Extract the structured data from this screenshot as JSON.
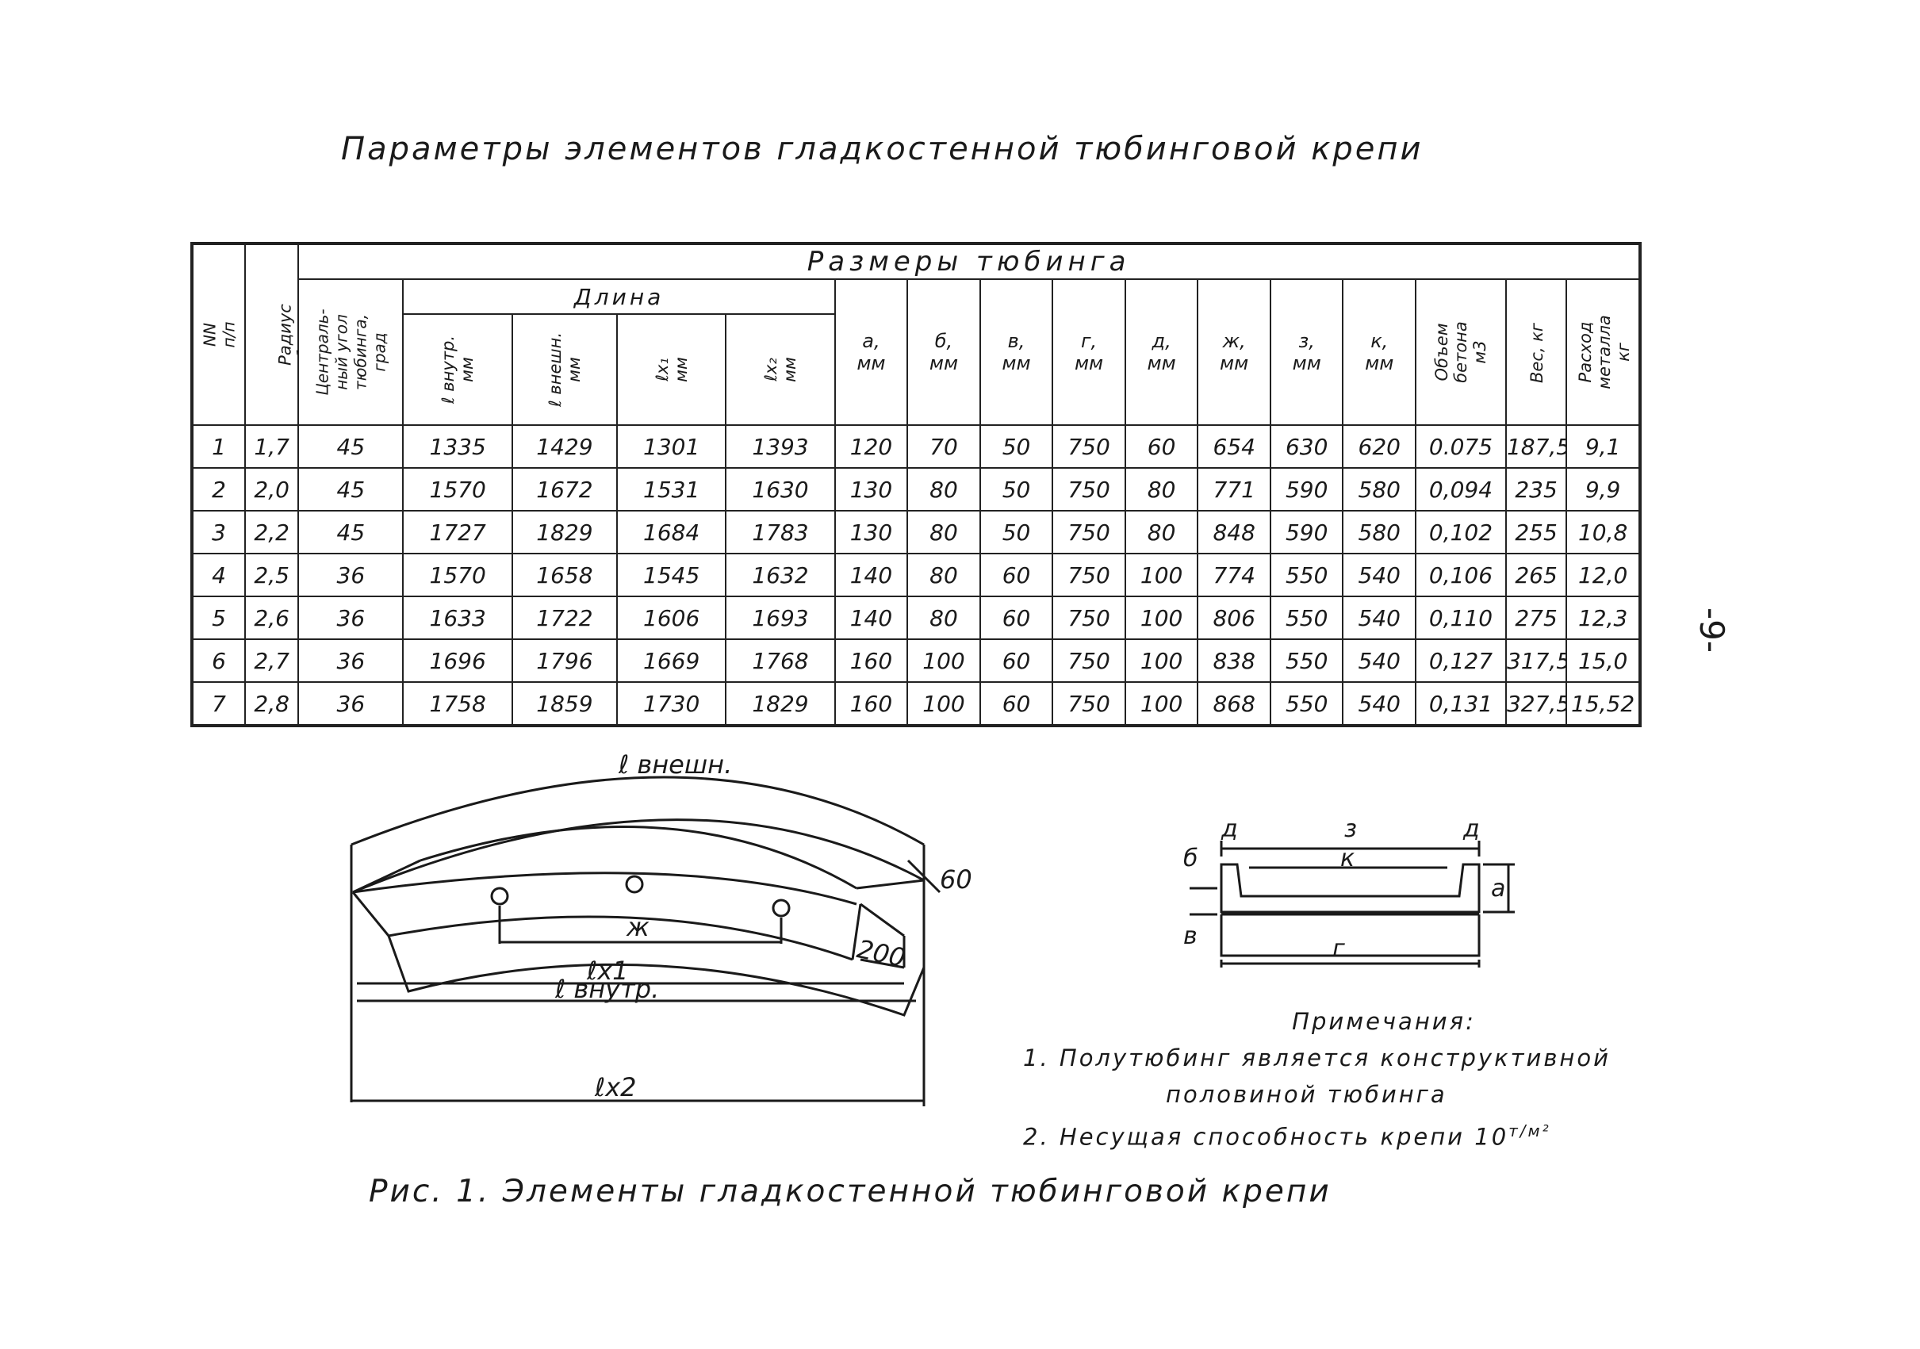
{
  "title": "Параметры элементов гладкостенной тюбинговой крепи",
  "page_number": "-9-",
  "table": {
    "h_no": "NN\nп/п",
    "h_radius": "Радиус\nтюбинга, м",
    "h_angle": "Централь-\nный угол\nтюбинга,\nград",
    "h_sizes": "Размеры тюбинга",
    "h_length": "Длина",
    "h_l_inner": "ℓ внутр.\nмм",
    "h_l_outer": "ℓ внешн.\nмм",
    "h_lx1": "ℓx₁\nмм",
    "h_lx2": "ℓx₂\nмм",
    "h_a": "а,",
    "h_b": "б,",
    "h_v": "в,",
    "h_g": "г,",
    "h_d": "д,",
    "h_zh": "ж,",
    "h_z": "з,",
    "h_k": "к,",
    "unit_mm": "мм",
    "h_volume": "Объем\nбетона\nм3",
    "h_weight": "Вес, кг",
    "h_metal": "Расход\nметалла\nкг",
    "rows": [
      [
        "1",
        "1,7",
        "45",
        "1335",
        "1429",
        "1301",
        "1393",
        "120",
        "70",
        "50",
        "750",
        "60",
        "654",
        "630",
        "620",
        "0.075",
        "187,5",
        "9,1"
      ],
      [
        "2",
        "2,0",
        "45",
        "1570",
        "1672",
        "1531",
        "1630",
        "130",
        "80",
        "50",
        "750",
        "80",
        "771",
        "590",
        "580",
        "0,094",
        "235",
        "9,9"
      ],
      [
        "3",
        "2,2",
        "45",
        "1727",
        "1829",
        "1684",
        "1783",
        "130",
        "80",
        "50",
        "750",
        "80",
        "848",
        "590",
        "580",
        "0,102",
        "255",
        "10,8"
      ],
      [
        "4",
        "2,5",
        "36",
        "1570",
        "1658",
        "1545",
        "1632",
        "140",
        "80",
        "60",
        "750",
        "100",
        "774",
        "550",
        "540",
        "0,106",
        "265",
        "12,0"
      ],
      [
        "5",
        "2,6",
        "36",
        "1633",
        "1722",
        "1606",
        "1693",
        "140",
        "80",
        "60",
        "750",
        "100",
        "806",
        "550",
        "540",
        "0,110",
        "275",
        "12,3"
      ],
      [
        "6",
        "2,7",
        "36",
        "1696",
        "1796",
        "1669",
        "1768",
        "160",
        "100",
        "60",
        "750",
        "100",
        "838",
        "550",
        "540",
        "0,127",
        "317,5",
        "15,0"
      ],
      [
        "7",
        "2,8",
        "36",
        "1758",
        "1859",
        "1730",
        "1829",
        "160",
        "100",
        "60",
        "750",
        "100",
        "868",
        "550",
        "540",
        "0,131",
        "327,5",
        "15,52"
      ]
    ]
  },
  "drawing1": {
    "l_outer": "ℓ внешн.",
    "dim_60": "60",
    "dim_200": "200",
    "zh": "ж",
    "lx1": "ℓx1",
    "l_inner": "ℓ внутр.",
    "lx2": "ℓx2"
  },
  "drawing2": {
    "d_left": "д",
    "z": "з",
    "d_right": "д",
    "b": "б",
    "k": "к",
    "a": "а",
    "v": "в",
    "g": "г"
  },
  "notes": {
    "heading": "Примечания:",
    "n1a": "1. Полутюбинг является конструктивной",
    "n1b": "половиной тюбинга",
    "n2": "2. Несущая способность крепи 10",
    "n2_unit": "т/м²"
  },
  "caption": "Рис. 1. Элементы гладкостенной тюбинговой крепи"
}
